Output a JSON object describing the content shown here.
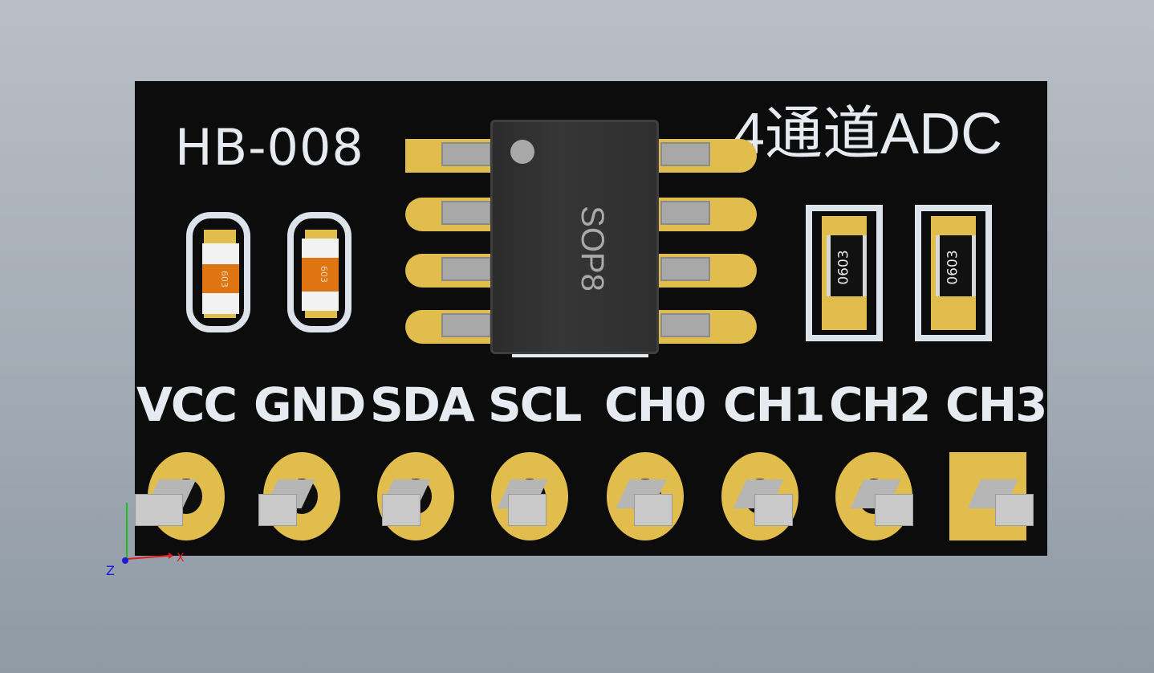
{
  "board": {
    "model": "HB-008",
    "title": "4通道ADC",
    "chip_label": "SOP8",
    "resistors_left": [
      "603",
      "603"
    ],
    "resistors_right": [
      "0603",
      "0603"
    ],
    "pins": [
      "VCC",
      "GND",
      "SDA",
      "SCL",
      "CH0",
      "CH1",
      "CH2",
      "CH3"
    ]
  },
  "axes": {
    "x_label": "X",
    "z_label": "Z"
  },
  "colors": {
    "board": "#0b0c0b",
    "pad": "#e1bd4d",
    "silk": "#e6ebf1",
    "resistor": "#de7412"
  }
}
